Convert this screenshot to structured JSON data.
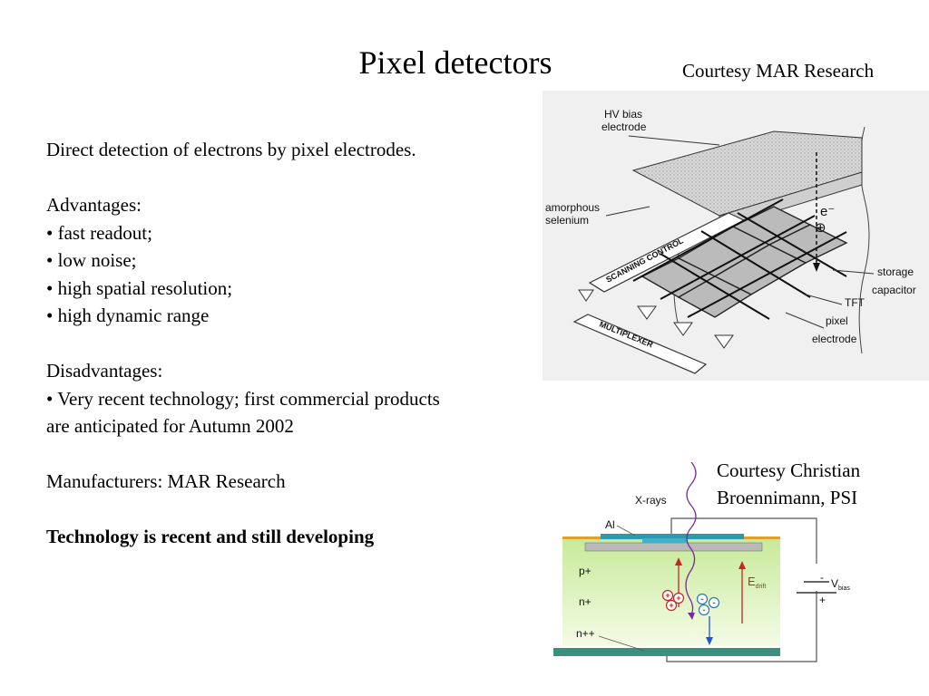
{
  "title": "Pixel detectors",
  "credits": {
    "mar": "Courtesy MAR Research",
    "psi_line1": "Courtesy Christian",
    "psi_line2": "Broennimann, PSI"
  },
  "body": {
    "intro": "Direct detection of electrons by pixel electrodes.",
    "advantages_heading": "Advantages:",
    "advantages": [
      "• fast readout;",
      "• low noise;",
      "• high spatial resolution;",
      "• high dynamic range"
    ],
    "disadvantages_heading": "Disadvantages:",
    "disadvantages": [
      "• Very recent technology; first commercial products",
      "are anticipated for Autumn 2002"
    ],
    "manufacturers": "Manufacturers: MAR Research",
    "conclusion": "Technology is recent and still developing"
  },
  "figure_mar": {
    "labels": {
      "hv_bias": [
        "HV bias",
        "electrode"
      ],
      "amorphous": [
        "amorphous",
        "selenium"
      ],
      "electron": "e⁻",
      "hole": "⊕",
      "storage": [
        "storage",
        "capacitor"
      ],
      "tft": "TFT",
      "pixel": [
        "pixel",
        "electrode"
      ],
      "scanning": "SCANNING CONTROL",
      "multiplexer": "MULTIPLEXER"
    }
  },
  "figure_psi": {
    "labels": {
      "xrays": "X-rays",
      "al": "Al",
      "p_plus": "p+",
      "n_plus": "n+",
      "n_plusplus": "n++",
      "e": "E",
      "drift": "drift",
      "minus": "-",
      "plus": "+",
      "v": "V",
      "bias": "bias"
    }
  }
}
